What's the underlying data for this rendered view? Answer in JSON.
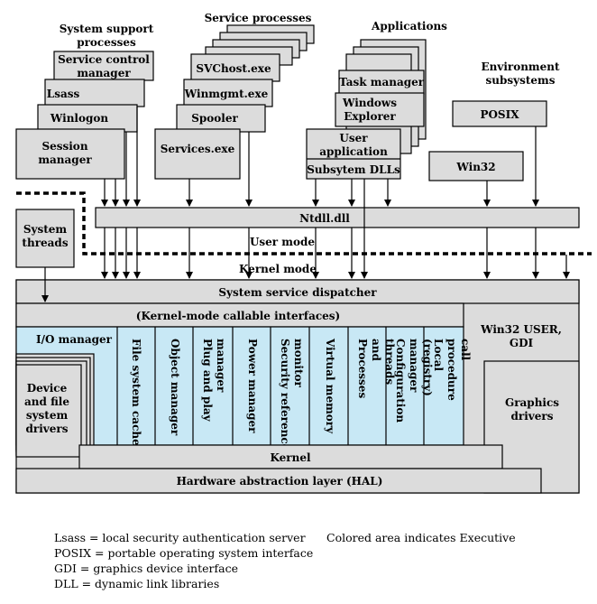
{
  "groups": {
    "system_support": "System support processes",
    "service_processes": "Service processes",
    "applications": "Applications",
    "environment": "Environment subsystems"
  },
  "system_support_processes": [
    "Service control manager",
    "Lsass",
    "Winlogon",
    "Session manager"
  ],
  "service_processes": [
    "SVChost.exe",
    "Winmgmt.exe",
    "Spooler",
    "Services.exe"
  ],
  "applications": [
    "Task manager",
    "Windows Explorer",
    "User application"
  ],
  "subsystem_dlls": "Subsytem DLLs",
  "environment_subsystems": [
    "POSIX",
    "Win32"
  ],
  "system_threads": "System threads",
  "ntdll": "Ntdll.dll",
  "user_mode": "User mode",
  "kernel_mode": "Kernel mode",
  "dispatcher": "System service dispatcher",
  "callable_interfaces": "(Kernel-mode callable interfaces)",
  "win32_user_gdi": "Win32 USER, GDI",
  "io_manager": "I/O manager",
  "device_drivers": "Device and file system drivers",
  "executive_components": [
    "File system cache",
    "Object manager",
    "Plug and play manager",
    "Power manager",
    "Security reference monitor",
    "Virtual memory",
    "Processes and threads",
    "Configuration manager (registry)",
    "Local procedure call"
  ],
  "graphics_drivers": "Graphics drivers",
  "kernel": "Kernel",
  "hal": "Hardware abstraction layer (HAL)",
  "legend": [
    "Lsass = local security authentication server",
    "POSIX = portable operating system interface",
    "GDI = graphics device interface",
    "DLL = dynamic link libraries"
  ],
  "legend_note": "Colored area indicates Executive",
  "colors": {
    "executive": "#c8e8f5",
    "component": "#dcdcdc"
  }
}
